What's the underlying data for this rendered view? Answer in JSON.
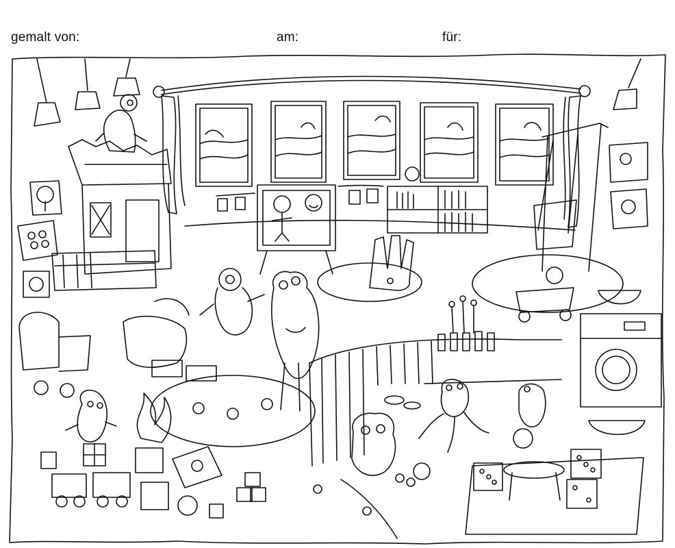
{
  "header": {
    "painted_by_label": "gemalt von:",
    "date_label": "am:",
    "for_label": "für:"
  },
  "colors": {
    "ink": "#111111",
    "paper": "#ffffff"
  },
  "icons": {
    "scene": "coloring-page-monster-playroom-illustration"
  }
}
